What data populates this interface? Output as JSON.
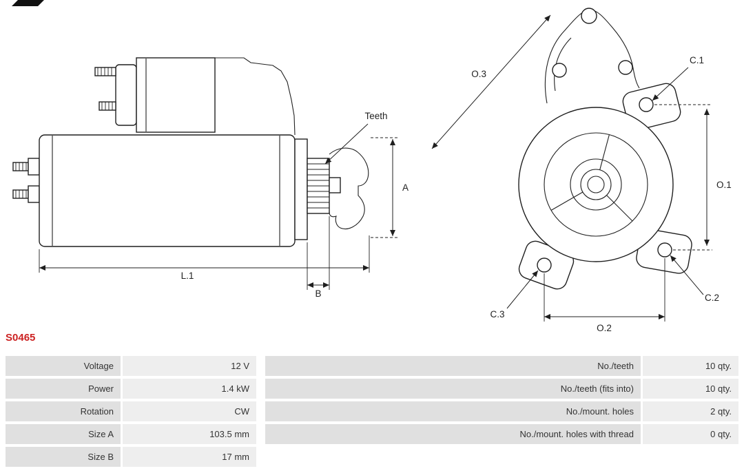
{
  "part_number": "S0465",
  "diagram": {
    "side_view_labels": {
      "teeth": "Teeth",
      "length": "L.1",
      "pinion_width": "B",
      "height": "A"
    },
    "front_view_labels": {
      "o1": "O.1",
      "o2": "O.2",
      "o3": "O.3",
      "c1": "C.1",
      "c2": "C.2",
      "c3": "C.3"
    }
  },
  "specs": {
    "left": [
      {
        "label": "Voltage",
        "value": "12 V"
      },
      {
        "label": "Power",
        "value": "1.4 kW"
      },
      {
        "label": "Rotation",
        "value": "CW"
      },
      {
        "label": "Size A",
        "value": "103.5 mm"
      },
      {
        "label": "Size B",
        "value": "17 mm"
      }
    ],
    "right": [
      {
        "label": "No./teeth",
        "value": "10 qty."
      },
      {
        "label": "No./teeth (fits into)",
        "value": "10 qty."
      },
      {
        "label": "No./mount. holes",
        "value": "2 qty."
      },
      {
        "label": "No./mount. holes with thread",
        "value": "0 qty."
      }
    ]
  },
  "colors": {
    "part_number_red": "#cc2222",
    "label_cell_bg": "#e0e0e0",
    "value_cell_bg": "#eeeeee",
    "line_color": "#1f1f1f"
  }
}
